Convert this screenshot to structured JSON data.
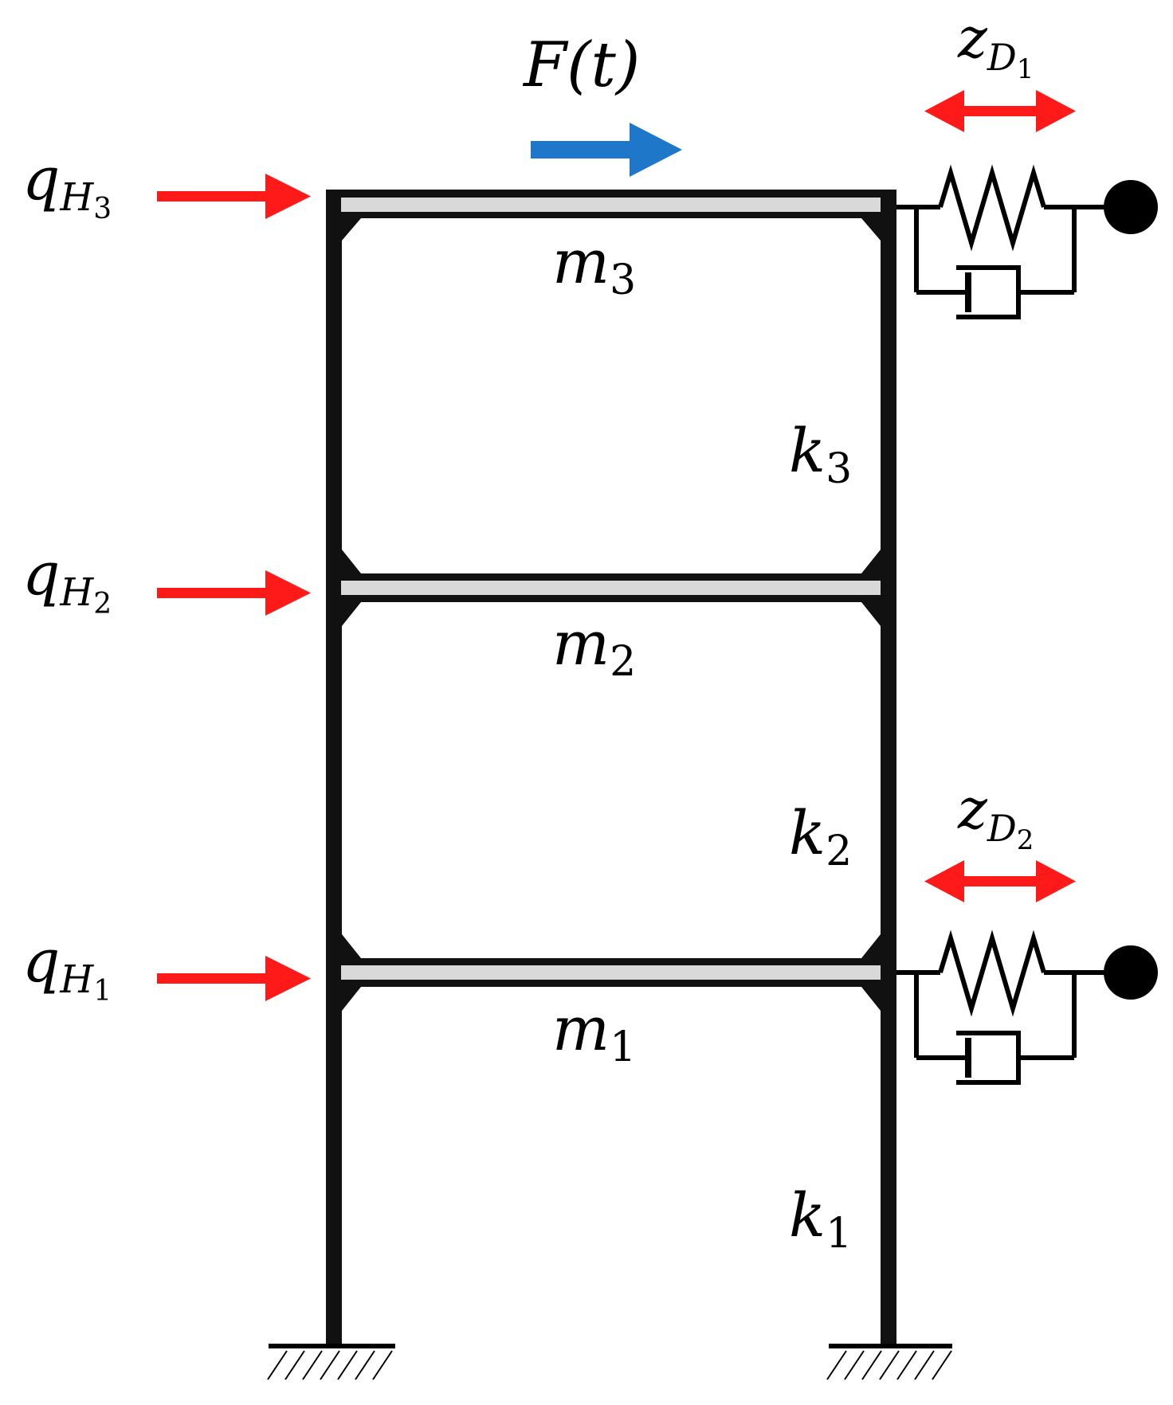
{
  "labels": {
    "force": {
      "text": "F(t)"
    },
    "damper_top": {
      "base": "z",
      "sub": "D",
      "subsub": "1"
    },
    "damper_bottom": {
      "base": "z",
      "sub": "D",
      "subsub": "2"
    },
    "q3": {
      "base": "q",
      "sub": "H",
      "subsub": "3"
    },
    "q2": {
      "base": "q",
      "sub": "H",
      "subsub": "2"
    },
    "q1": {
      "base": "q",
      "sub": "H",
      "subsub": "1"
    },
    "m3": {
      "base": "m",
      "sub": "3"
    },
    "m2": {
      "base": "m",
      "sub": "2"
    },
    "m1": {
      "base": "m",
      "sub": "1"
    },
    "k3": {
      "base": "k",
      "sub": "3"
    },
    "k2": {
      "base": "k",
      "sub": "2"
    },
    "k1": {
      "base": "k",
      "sub": "1"
    }
  },
  "colors": {
    "frame": "#111111",
    "beam_fill": "#d9d9d9",
    "input_arrow": "#ff1a1a",
    "force_arrow": "#1f77c9",
    "ground": "#000000"
  }
}
